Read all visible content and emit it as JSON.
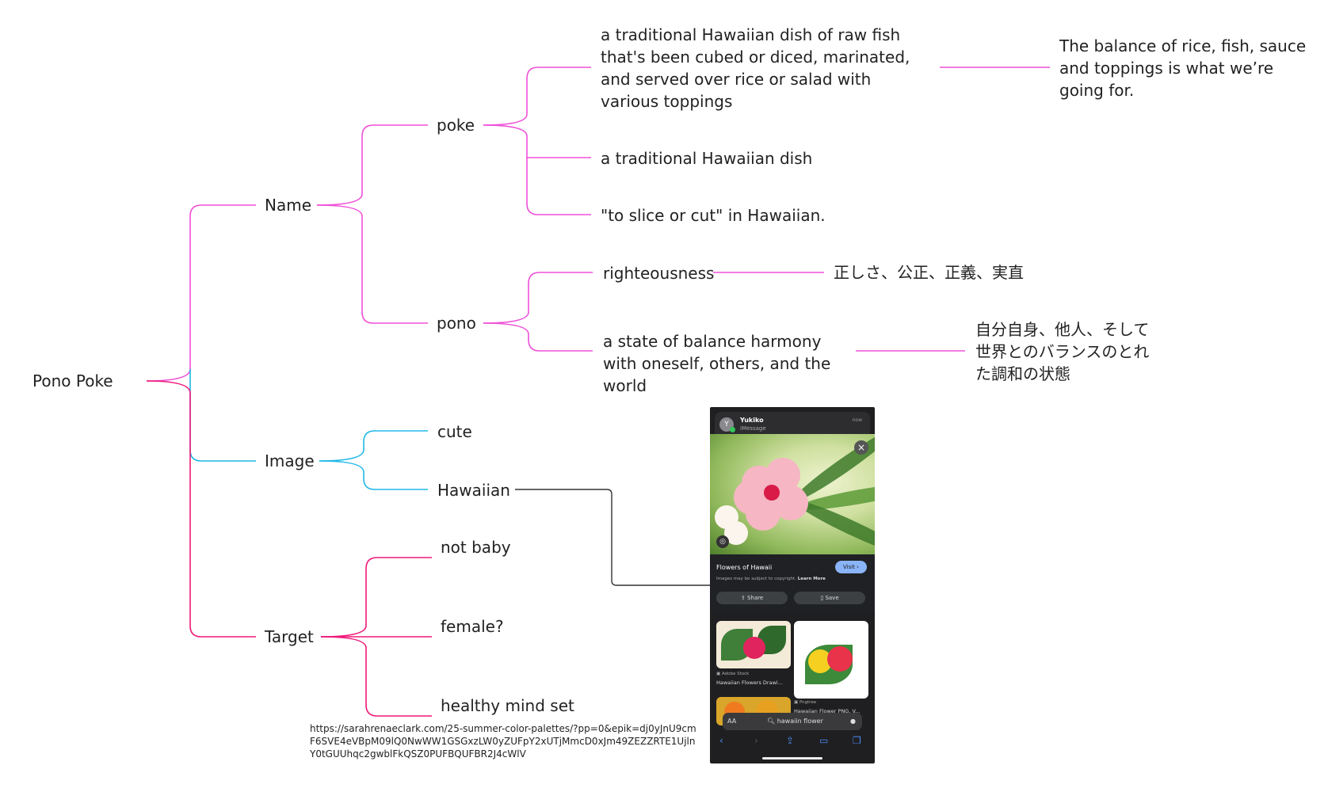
{
  "root": {
    "label": "Pono Poke"
  },
  "branches": {
    "name": {
      "label": "Name",
      "poke": {
        "label": "poke",
        "definitions": [
          "a traditional Hawaiian dish of raw fish that's been cubed or diced, marinated, and served over rice or salad with various toppings",
          "a traditional Hawaiian dish",
          "\"to slice or cut\" in Hawaiian."
        ],
        "note": "The balance of rice, fish, sauce and toppings is what we’re going for."
      },
      "pono": {
        "label": "pono",
        "meanings": [
          {
            "en": "righteousness",
            "ja": "正しさ、公正、正義、実直"
          },
          {
            "en": "a state of balance harmony with oneself, others, and the world",
            "ja": "自分自身、他人、そして世界とのバランスのとれた調和の状態"
          }
        ]
      }
    },
    "image": {
      "label": "Image",
      "items": [
        "cute",
        "Hawaiian"
      ]
    },
    "target": {
      "label": "Target",
      "items": [
        "not baby",
        "female?",
        "healthy mind set"
      ]
    }
  },
  "reference_url": "https://sarahrenaeclark.com/25-summer-color-palettes/?pp=0&epik=dj0yJnU9cmF6SVE4eVBpM09lQ0NwWW1GSGxzLW0yZUFpY2xUTjMmcD0xJm49ZEZZRTE1UjlnY0tGUUhqc2gwblFkQSZ0PUFBQUFBR2J4cWlV",
  "screenshot": {
    "notification": {
      "avatar": "Y",
      "sender": "Yukiko",
      "app": "iMessage",
      "time": "now"
    },
    "result_title": "Flowers of Hawaii",
    "visit_label": "Visit ›",
    "copyright_note": "Images may be subject to copyright.",
    "learn_more": "Learn More",
    "share_label": "Share",
    "save_label": "Save",
    "thumb1_source": "Adobe Stock",
    "thumb1_title": "Hawaiian Flowers Drawi...",
    "thumb2_source": "Pngtree",
    "thumb2_title": "Hawaiian Flower PNG, V...",
    "address_text_size": "AA",
    "address_query": "hawaiin flower"
  },
  "colors": {
    "name_branch": "#f050d8",
    "image_branch": "#20b8e8",
    "target_branch": "#f01878",
    "connector": "#333333"
  }
}
